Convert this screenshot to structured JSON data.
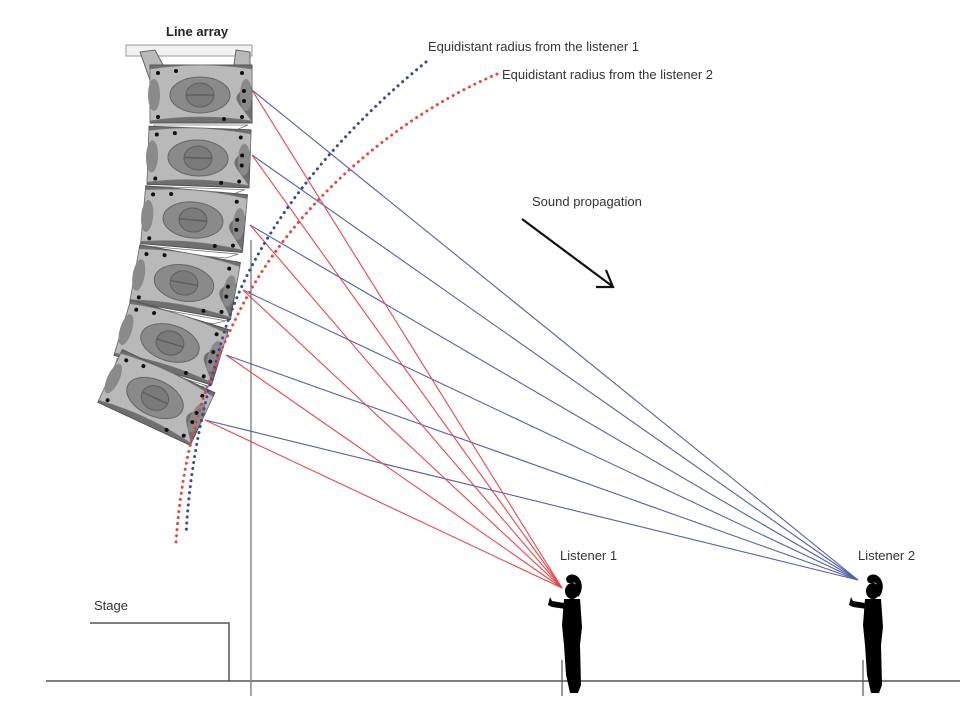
{
  "diagram": {
    "title": "Line array",
    "labels": {
      "line_array": "Line array",
      "radius_listener_1": "Equidistant radius from the listener 1",
      "radius_listener_2": "Equidistant radius from the listener 2",
      "sound_propagation": "Sound propagation",
      "listener_1": "Listener 1",
      "listener_2": "Listener 2",
      "stage": "Stage"
    },
    "colors": {
      "listener_1_rays": "#e8454a",
      "listener_2_rays": "#5560a8",
      "radius_1_dots": "#3a4a9a",
      "radius_2_dots": "#e04a44",
      "cabinet_dark": "#6f6f6f",
      "cabinet_light": "#b9b9b9",
      "line": "#555555"
    },
    "line_array": {
      "cabinet_count": 6
    },
    "rays": {
      "listener_1_count": 6,
      "listener_2_count": 6
    }
  }
}
